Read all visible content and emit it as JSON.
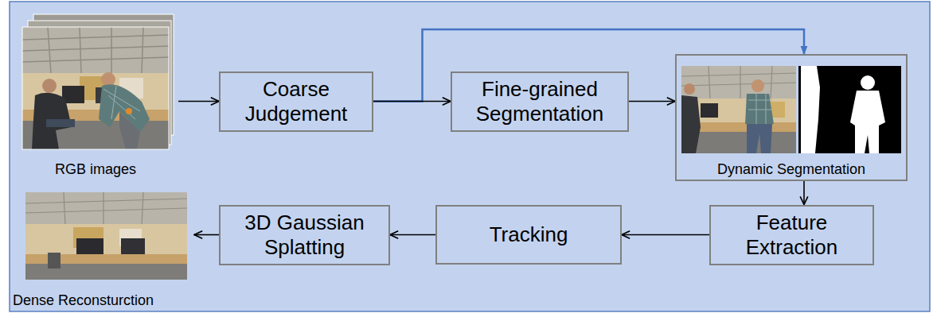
{
  "diagram": {
    "nodes": [
      {
        "text": [
          "RGB images"
        ]
      },
      {
        "text": [
          "Coarse Judgement"
        ]
      },
      {
        "text": [
          "Fine-grained Segmentation"
        ]
      },
      {
        "text": [
          "Dynamic Segmentation"
        ]
      },
      {
        "text": [
          "Feature Extraction"
        ]
      },
      {
        "text": [
          "Tracking"
        ]
      },
      {
        "text": [
          "3D Gaussian Splatting"
        ]
      },
      {
        "text": [
          "Dense Reconsturction"
        ]
      }
    ],
    "edges": [
      {
        "from": 0,
        "to": 1,
        "arrow": "to"
      },
      {
        "from": 1,
        "to": 2,
        "arrow": "to"
      },
      {
        "from": 1,
        "to": 3,
        "arrow": "to"
      },
      {
        "from": 2,
        "to": 3,
        "arrow": "to"
      },
      {
        "from": 3,
        "to": 4,
        "arrow": "to"
      },
      {
        "from": 4,
        "to": 5,
        "arrow": "to"
      },
      {
        "from": 5,
        "to": 6,
        "arrow": "to"
      },
      {
        "from": 6,
        "to": 7,
        "arrow": "to"
      }
    ]
  }
}
